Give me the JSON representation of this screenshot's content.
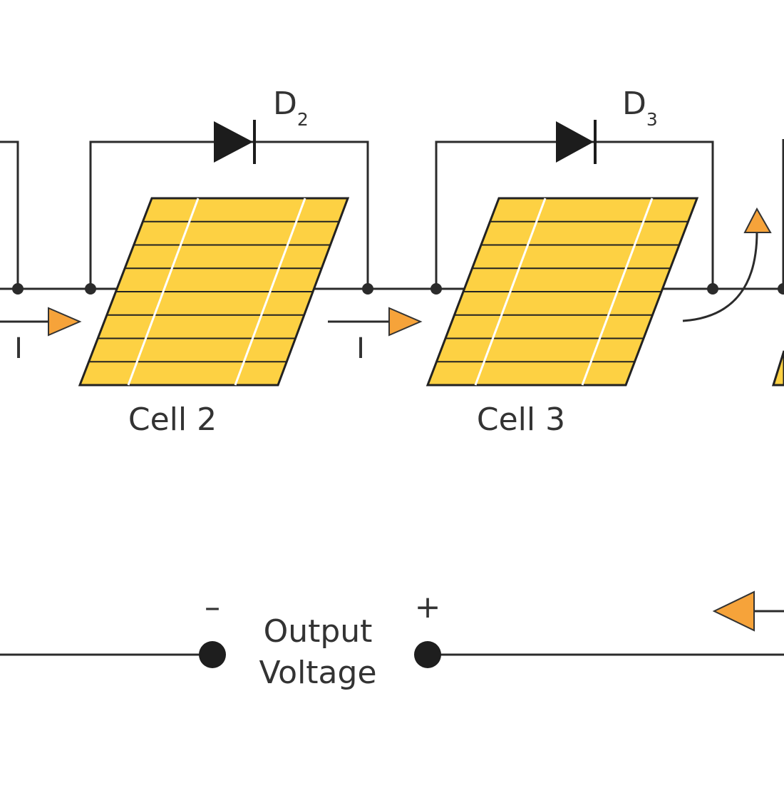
{
  "colors": {
    "wire": "#2b2b2b",
    "cell_fill": "#FDD143",
    "cell_edge": "#222222",
    "busbar": "#ffffff",
    "arrow": "#F6A33A",
    "arrow_edge": "#333333",
    "text": "#333333"
  },
  "diodes": [
    {
      "letter": "D",
      "sub": "2"
    },
    {
      "letter": "D",
      "sub": "3"
    }
  ],
  "cells": [
    "Cell 2",
    "Cell 3"
  ],
  "current_labels": [
    "I",
    "I"
  ],
  "terminals": {
    "minus": "–",
    "plus": "+",
    "output_line1": "Output",
    "output_line2": "Voltage"
  }
}
